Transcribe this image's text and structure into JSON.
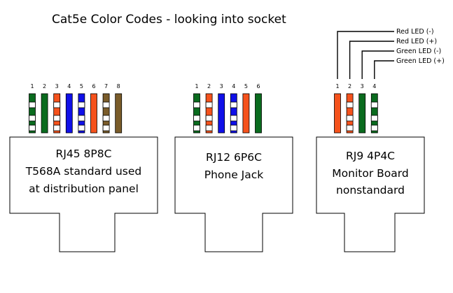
{
  "title": "Cat5e Color Codes - looking into socket",
  "colors": {
    "green": "#0a6b1e",
    "orange": "#f5521c",
    "blue": "#1010e8",
    "brown": "#7a5c2a",
    "white": "#ffffff"
  },
  "connectors": [
    {
      "id": "rj45",
      "lines": [
        "RJ45  8P8C",
        "T568A standard used",
        "at distribution panel"
      ],
      "pins": [
        {
          "num": "1",
          "color": "green",
          "striped": true
        },
        {
          "num": "2",
          "color": "green",
          "striped": false
        },
        {
          "num": "3",
          "color": "orange",
          "striped": true
        },
        {
          "num": "4",
          "color": "blue",
          "striped": false
        },
        {
          "num": "5",
          "color": "blue",
          "striped": true
        },
        {
          "num": "6",
          "color": "orange",
          "striped": false
        },
        {
          "num": "7",
          "color": "brown",
          "striped": true
        },
        {
          "num": "8",
          "color": "brown",
          "striped": false
        }
      ]
    },
    {
      "id": "rj12",
      "lines": [
        "RJ12  6P6C",
        "Phone Jack"
      ],
      "pins": [
        {
          "num": "1",
          "color": "green",
          "striped": true
        },
        {
          "num": "2",
          "color": "orange",
          "striped": true
        },
        {
          "num": "3",
          "color": "blue",
          "striped": false
        },
        {
          "num": "4",
          "color": "blue",
          "striped": true
        },
        {
          "num": "5",
          "color": "orange",
          "striped": false
        },
        {
          "num": "6",
          "color": "green",
          "striped": false
        }
      ]
    },
    {
      "id": "rj9",
      "lines": [
        "RJ9  4P4C",
        "Monitor Board",
        "nonstandard"
      ],
      "pins": [
        {
          "num": "1",
          "color": "orange",
          "striped": false
        },
        {
          "num": "2",
          "color": "orange",
          "striped": true
        },
        {
          "num": "3",
          "color": "green",
          "striped": false
        },
        {
          "num": "4",
          "color": "green",
          "striped": true
        }
      ]
    }
  ],
  "led_labels": [
    "Red LED (-)",
    "Red LED (+)",
    "Green LED (-)",
    "Green LED (+)"
  ]
}
